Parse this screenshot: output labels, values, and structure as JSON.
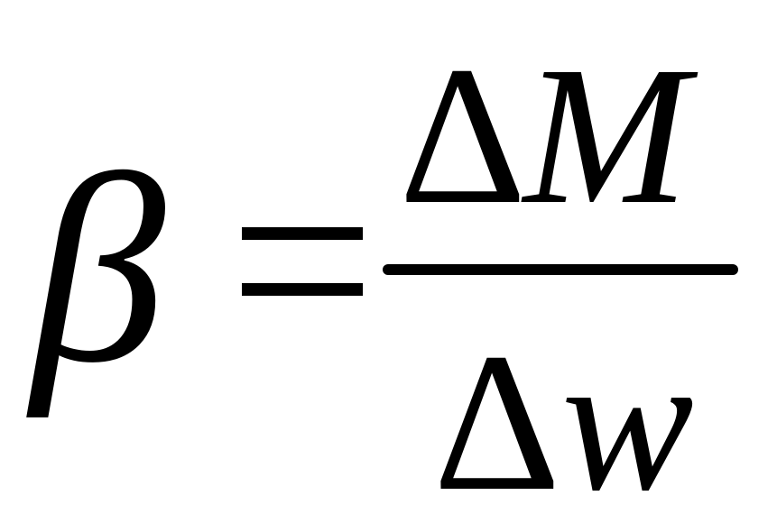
{
  "formula": {
    "lhs": "β",
    "operator": "=",
    "numerator": {
      "delta": "Δ",
      "variable": "M"
    },
    "denominator": {
      "delta": "Δ",
      "variable": "w"
    }
  }
}
